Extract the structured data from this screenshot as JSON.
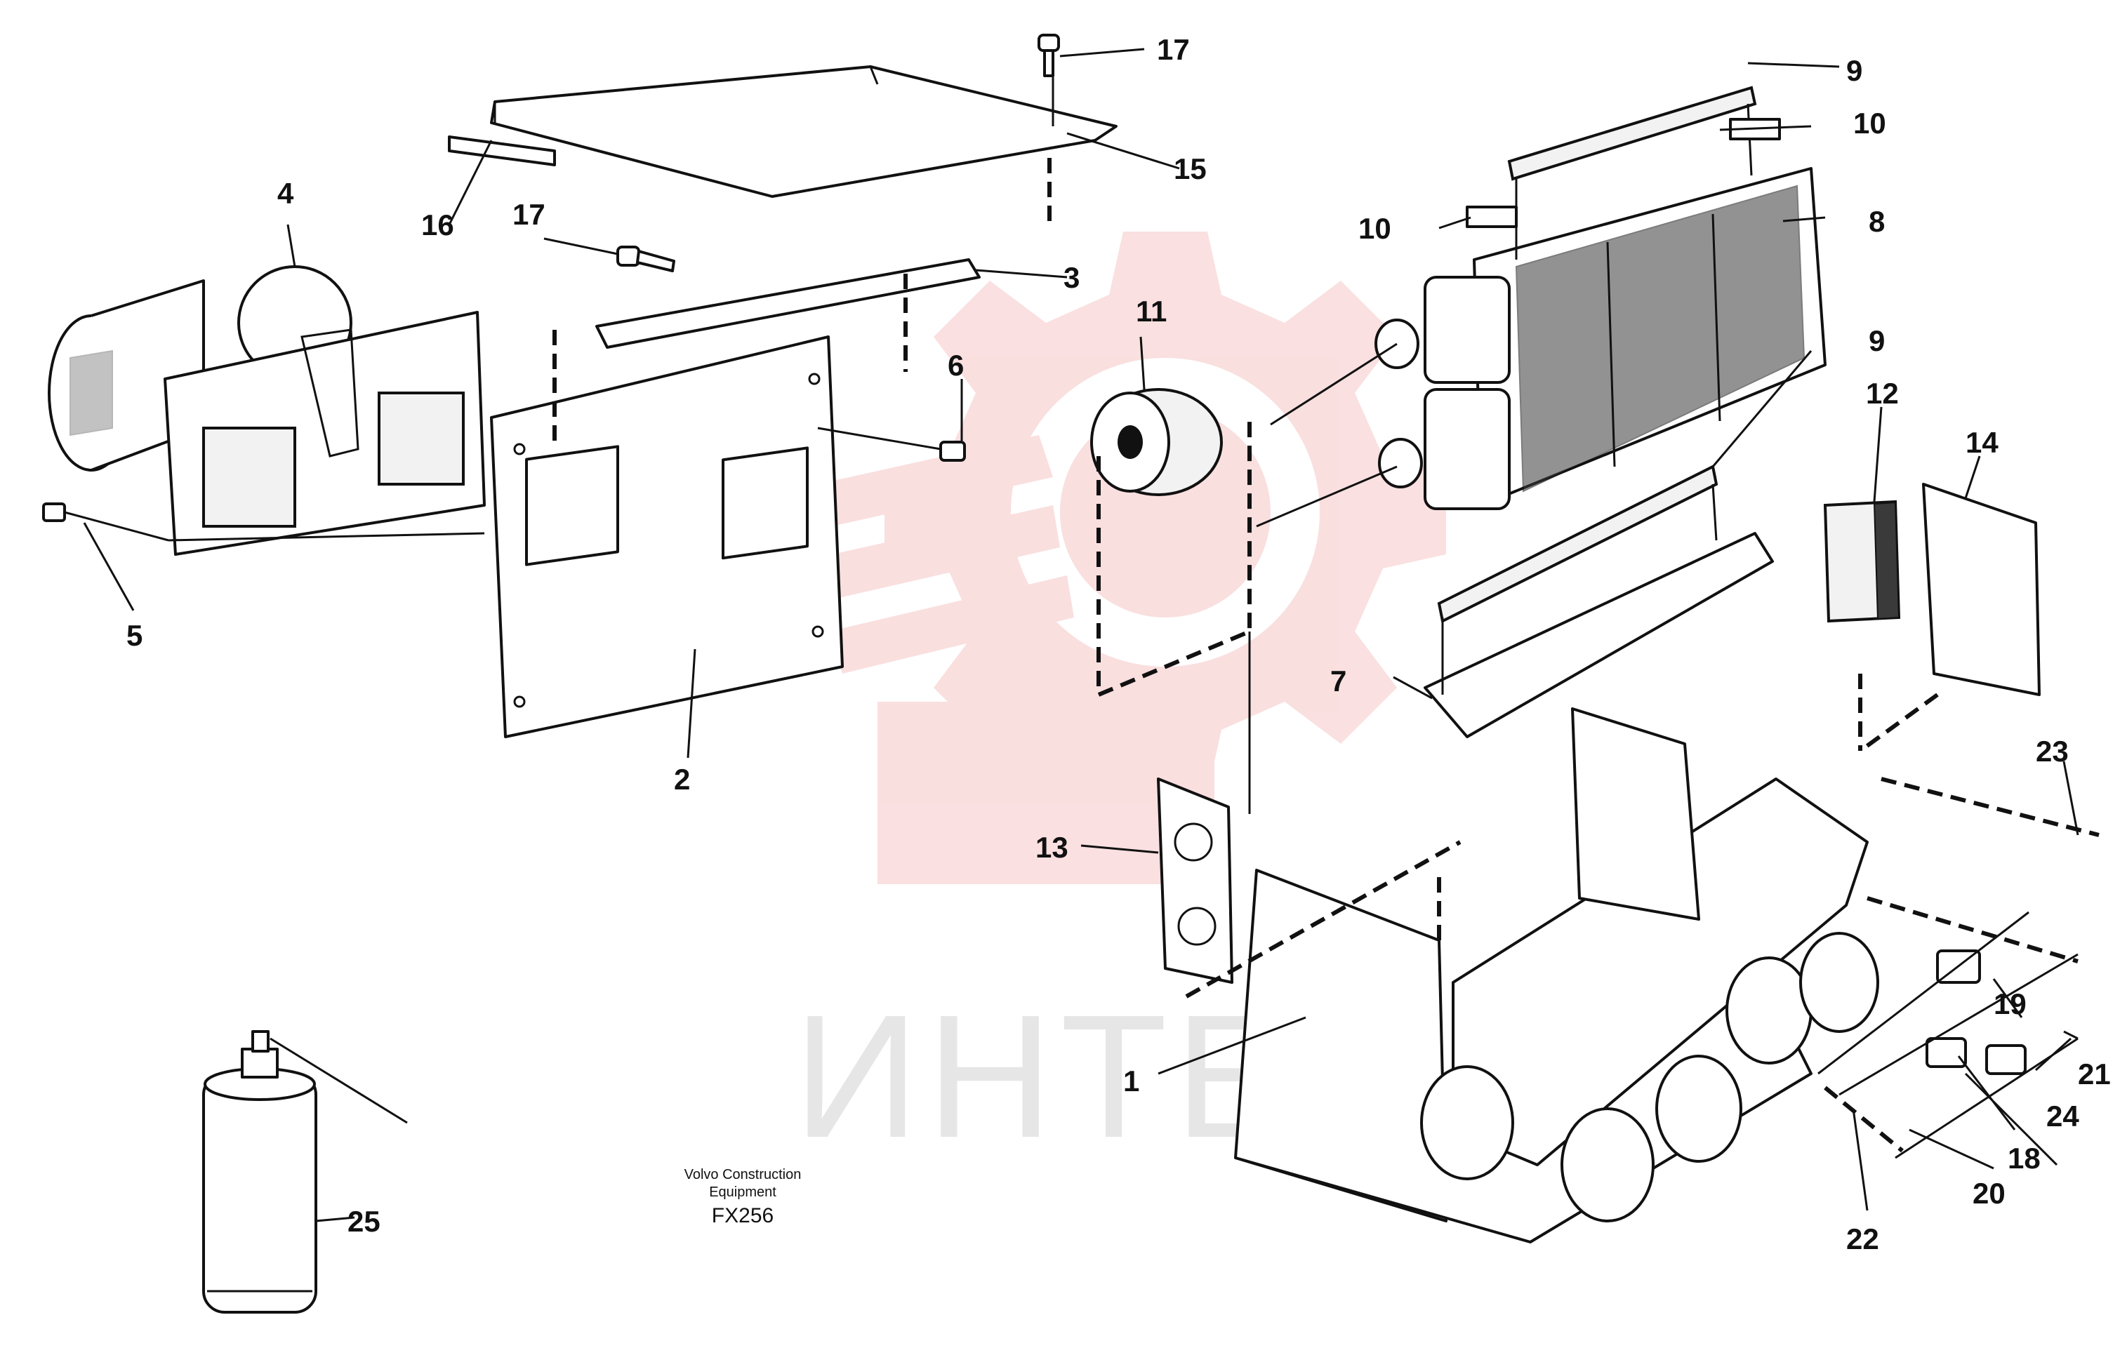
{
  "watermark": {
    "text": "ИНТЕХ",
    "color": "#f6c9c9"
  },
  "caption": {
    "line1": "Volvo Construction",
    "line2": "Equipment",
    "code": "FX256"
  },
  "callouts": [
    {
      "id": "1",
      "label": "1"
    },
    {
      "id": "2",
      "label": "2"
    },
    {
      "id": "3",
      "label": "3"
    },
    {
      "id": "4",
      "label": "4"
    },
    {
      "id": "5",
      "label": "5"
    },
    {
      "id": "6",
      "label": "6"
    },
    {
      "id": "7",
      "label": "7"
    },
    {
      "id": "8",
      "label": "8"
    },
    {
      "id": "9a",
      "label": "9"
    },
    {
      "id": "9b",
      "label": "9"
    },
    {
      "id": "10a",
      "label": "10"
    },
    {
      "id": "10b",
      "label": "10"
    },
    {
      "id": "11",
      "label": "11"
    },
    {
      "id": "12",
      "label": "12"
    },
    {
      "id": "13",
      "label": "13"
    },
    {
      "id": "14",
      "label": "14"
    },
    {
      "id": "15",
      "label": "15"
    },
    {
      "id": "16",
      "label": "16"
    },
    {
      "id": "17a",
      "label": "17"
    },
    {
      "id": "17b",
      "label": "17"
    },
    {
      "id": "18",
      "label": "18"
    },
    {
      "id": "19",
      "label": "19"
    },
    {
      "id": "20",
      "label": "20"
    },
    {
      "id": "21",
      "label": "21"
    },
    {
      "id": "22",
      "label": "22"
    },
    {
      "id": "23",
      "label": "23"
    },
    {
      "id": "24",
      "label": "24"
    },
    {
      "id": "25",
      "label": "25"
    }
  ]
}
